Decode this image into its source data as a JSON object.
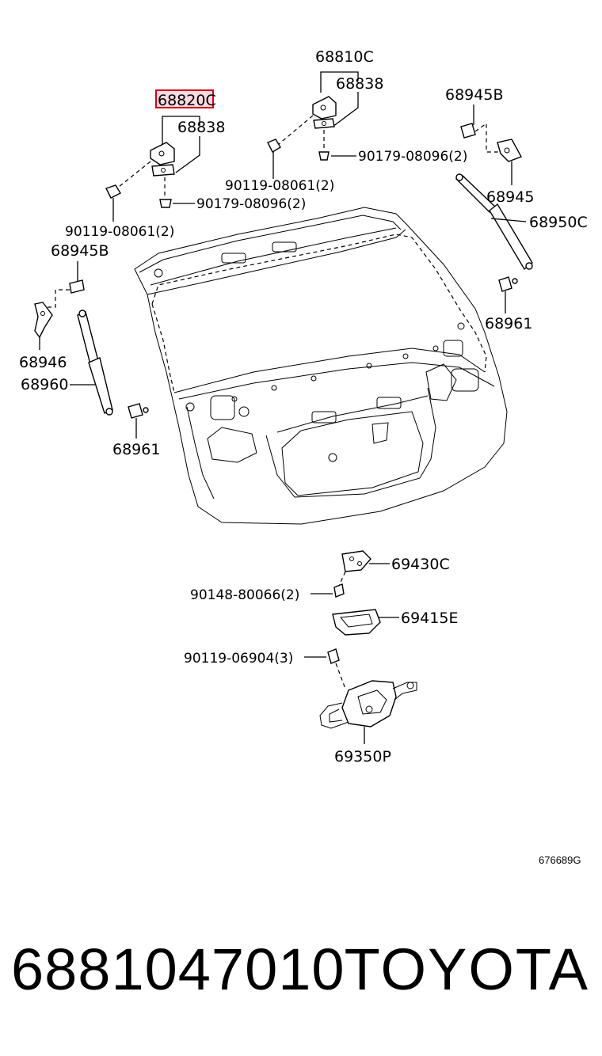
{
  "diagram": {
    "labels": {
      "p68810C": "68810C",
      "p68838_right": "68838",
      "p68820C": "68820C",
      "p68838_left": "68838",
      "p68945B_top": "68945B",
      "p90179_right": "90179-08096(2)",
      "p90119_right": "90119-08061(2)",
      "p90179_left": "90179-08096(2)",
      "p68945": "68945",
      "p68950C": "68950C",
      "p90119_left": "90119-08061(2)",
      "p68945B_left": "68945B",
      "p68961_right": "68961",
      "p68946": "68946",
      "p68960": "68960",
      "p68961_left": "68961",
      "p69430C": "69430C",
      "p90148": "90148-80066(2)",
      "p69415E": "69415E",
      "p90119_06904": "90119-06904(3)",
      "p69350P": "69350P"
    },
    "reference_code": "676689G",
    "highlight_color": "#d0021b"
  },
  "footer": {
    "part_number": "6881047010",
    "brand": "TOYOTA"
  }
}
